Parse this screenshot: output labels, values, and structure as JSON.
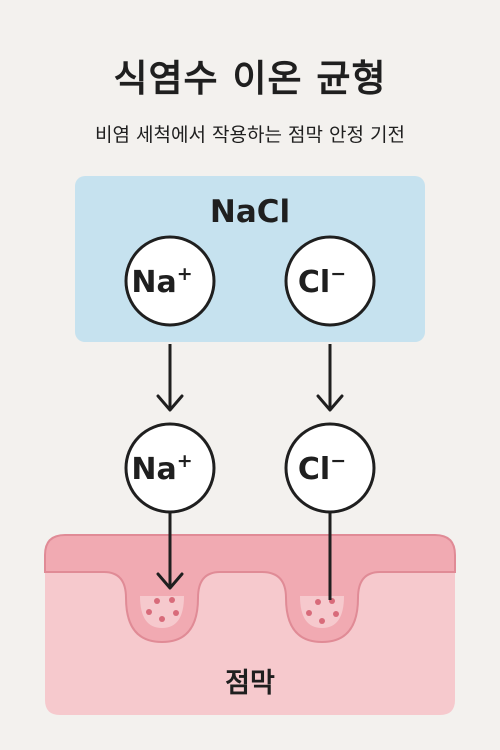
{
  "title": "식염수 이온 균형",
  "subtitle": "비염 세척에서 작용하는 점막 안정 기전",
  "nacl_box": {
    "label": "NaCl"
  },
  "ions": {
    "sodium": {
      "symbol": "Na",
      "charge": "+"
    },
    "chloride": {
      "symbol": "Cl",
      "charge": "−"
    }
  },
  "membrane": {
    "label": "점막"
  },
  "colors": {
    "box_fill": "#c6e2ef",
    "membrane_fill": "#f6c9cd",
    "membrane_top": "#f1aab2",
    "dots": "#d86b7a"
  }
}
